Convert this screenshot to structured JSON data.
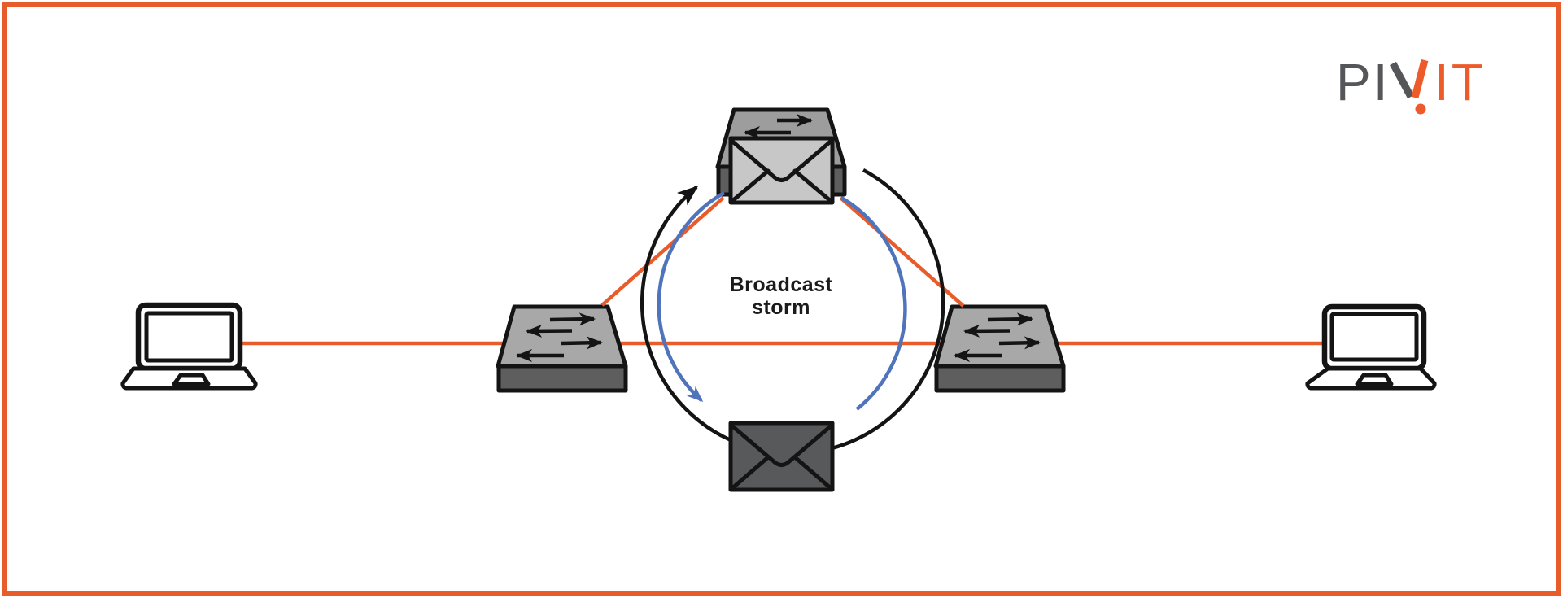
{
  "colors": {
    "orange": "#E85C2B",
    "blue": "#4F74BC",
    "ink": "#141414",
    "switch_top": "#A8A8A8",
    "switch_top_shaded": "#9D9D9D",
    "switch_front": "#5E5E5E",
    "envelope_light": "#C7C7C7",
    "envelope_dark": "#58595B",
    "logo_gray": "#55565A",
    "logo_orange": "#EE5B2B",
    "background": "#FFFFFF"
  },
  "logo": {
    "full_text": "PIVIT",
    "text_gray": "PI",
    "text_orange": "IT"
  },
  "diagram": {
    "center_label": {
      "line1": "Broadcast",
      "line2": "storm"
    },
    "nodes": [
      {
        "id": "laptop-left",
        "type": "laptop"
      },
      {
        "id": "switch-left",
        "type": "switch"
      },
      {
        "id": "switch-top",
        "type": "switch",
        "overlay": "envelope-frame-light"
      },
      {
        "id": "switch-right",
        "type": "switch"
      },
      {
        "id": "laptop-right",
        "type": "laptop"
      },
      {
        "id": "envelope-bottom",
        "type": "envelope-frame-dark"
      }
    ],
    "links": [
      {
        "id": "horizontal-lan",
        "from": "laptop-left",
        "to": "laptop-right",
        "color": "orange"
      },
      {
        "id": "uplink-left",
        "from": "switch-left",
        "to": "switch-top",
        "color": "orange"
      },
      {
        "id": "uplink-right",
        "from": "switch-top",
        "to": "switch-right",
        "color": "orange"
      }
    ],
    "loop_arrows": [
      {
        "id": "outer-loop",
        "color": "black",
        "direction": "clockwise"
      },
      {
        "id": "inner-loop-left",
        "color": "blue",
        "direction": "counterclockwise"
      },
      {
        "id": "inner-loop-right",
        "color": "blue",
        "direction": "clockwise"
      }
    ]
  }
}
